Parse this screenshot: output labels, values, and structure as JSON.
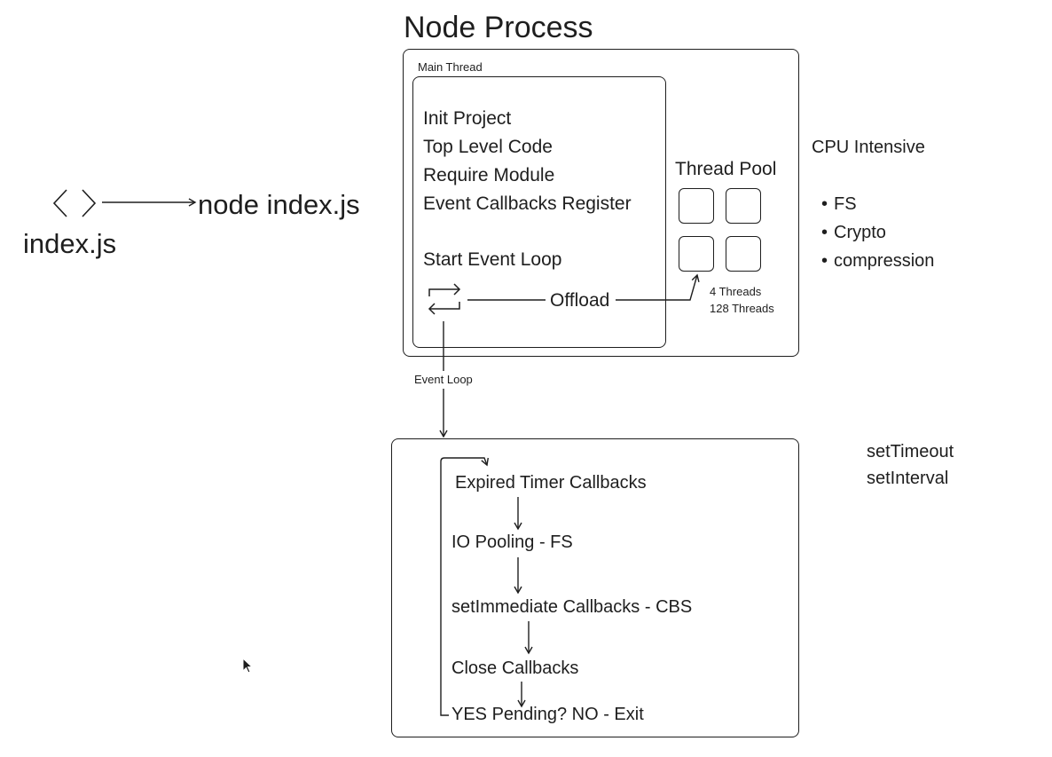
{
  "file": {
    "name": "index.js"
  },
  "command": {
    "text": "node index.js"
  },
  "node_process": {
    "title": "Node Process",
    "main_thread": {
      "label": "Main Thread",
      "steps": [
        "Init Project",
        "Top Level Code",
        "Require Module",
        "Event Callbacks Register"
      ],
      "start_event_loop": "Start Event Loop",
      "offload_label": "Offload"
    },
    "thread_pool": {
      "title": "Thread Pool",
      "default_threads": "4 Threads",
      "max_threads": "128 Threads"
    }
  },
  "cpu_intensive": {
    "title": "CPU Intensive",
    "items": [
      "FS",
      "Crypto",
      "compression"
    ]
  },
  "event_loop": {
    "label": "Event Loop",
    "phases": {
      "timers": "Expired Timer Callbacks",
      "io": "IO Pooling - FS",
      "immediate": "setImmediate Callbacks - CBS",
      "close": "Close Callbacks",
      "pending": "YES Pending? NO - Exit"
    }
  },
  "timer_apis": [
    "setTimeout",
    "setInterval"
  ],
  "colors": {
    "stroke": "#1e1e1e",
    "background": "#ffffff"
  },
  "icons": [
    "code-brackets-icon",
    "loop-arrows-icon",
    "cursor-pointer-icon"
  ]
}
